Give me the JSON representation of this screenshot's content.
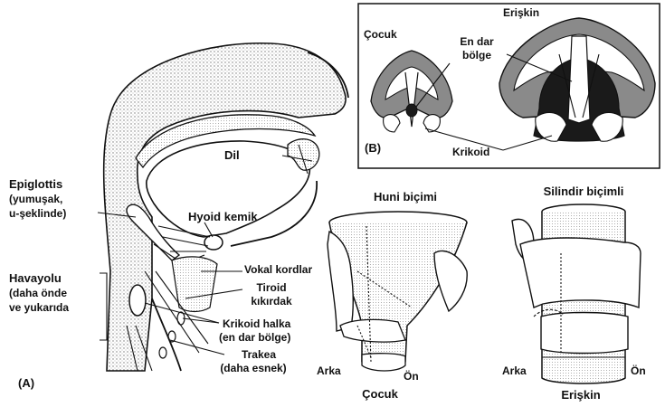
{
  "panel_a": {
    "id": "(A)",
    "labels": {
      "dil": "Dil",
      "epiglottis_1": "Epiglottis",
      "epiglottis_2": "(yumuşak,",
      "epiglottis_3": "u-şeklinde)",
      "hyoid": "Hyoid kemik",
      "havayolu_1": "Havayolu",
      "havayolu_2": "(daha önde",
      "havayolu_3": "ve yukarıda",
      "vokal": "Vokal kordlar",
      "tiroid_1": "Tiroid",
      "tiroid_2": "kıkırdak",
      "krikoid_1": "Krikoid halka",
      "krikoid_2": "(en dar bölge)",
      "trakea_1": "Trakea",
      "trakea_2": "(daha esnek)"
    }
  },
  "funnel": {
    "title": "Huni biçimi",
    "arka": "Arka",
    "on": "Ön",
    "caption": "Çocuk"
  },
  "cylinder": {
    "title": "Silindir biçimli",
    "arka": "Arka",
    "on": "Ön",
    "caption": "Erişkin"
  },
  "panel_b": {
    "id": "(B)",
    "cocuk": "Çocuk",
    "eriskin": "Erişkin",
    "en_dar_1": "En dar",
    "en_dar_2": "bölge",
    "krikoid": "Krikoid"
  },
  "colors": {
    "ink": "#111111",
    "stipple": "#cfcfcf",
    "dark_fill": "#1a1a1a",
    "mid_gray": "#8a8a8a"
  }
}
